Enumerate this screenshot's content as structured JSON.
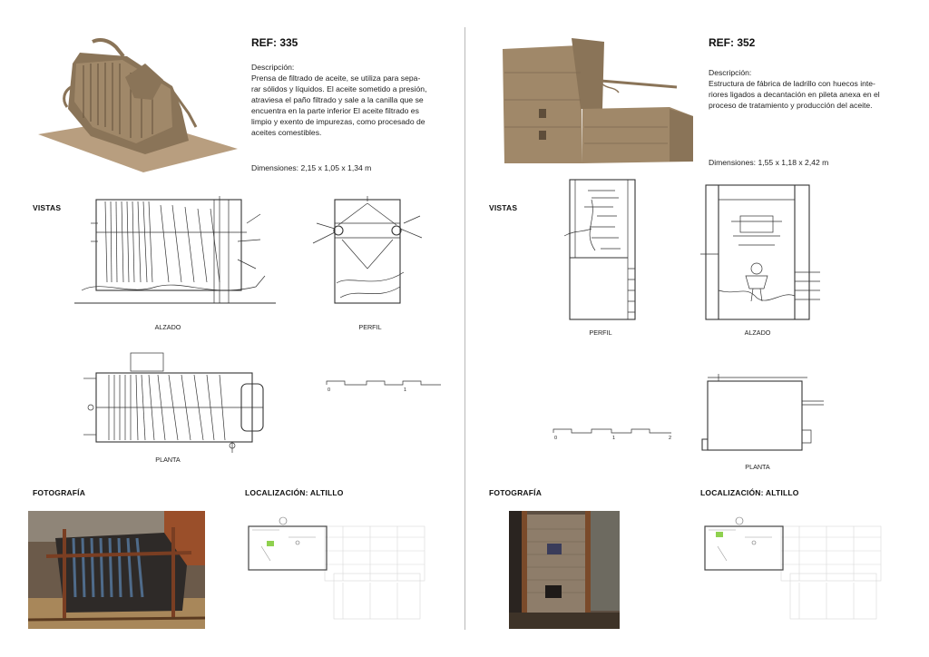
{
  "left": {
    "ref": "REF: 335",
    "desc_heading": "Descripción:",
    "desc_lines": [
      "Prensa de filtrado de aceite, se utiliza para sepa-",
      "rar sólidos y líquidos. El aceite sometido a presión,",
      "atraviesa el paño filtrado y sale a la canilla que se",
      "encuentra en la parte inferior El aceite filtrado es",
      "limpio y exento de impurezas, como procesado de",
      "aceites comestibles."
    ],
    "dimensions": "Dimensiones: 2,15 x 1,05 x 1,34 m",
    "vistas_label": "VISTAS",
    "alzado_label": "ALZADO",
    "perfil_label": "PERFIL",
    "planta_label": "PLANTA",
    "scale_0": "0",
    "scale_1": "1",
    "fotografia_label": "FOTOGRAFÍA",
    "localizacion_label": "LOCALIZACIÓN: ALTILLO"
  },
  "right": {
    "ref": "REF: 352",
    "desc_heading": "Descripción:",
    "desc_lines": [
      "Estructura de fábrica de ladrillo con huecos inte-",
      "riores ligados a decantación en pileta anexa en el",
      "proceso de tratamiento y producción del aceite."
    ],
    "dimensions": "Dimensiones: 1,55 x 1,18 x 2,42 m",
    "vistas_label": "VISTAS",
    "perfil_label": "PERFIL",
    "alzado_label": "ALZADO",
    "planta_label": "PLANTA",
    "scale_0": "0",
    "scale_1": "1",
    "scale_2": "2",
    "fotografia_label": "FOTOGRAFÍA",
    "localizacion_label": "LOCALIZACIÓN: ALTILLO"
  },
  "colors": {
    "model": "#a08869",
    "marker": "#8fd14f",
    "divider": "#b9b9b9"
  }
}
